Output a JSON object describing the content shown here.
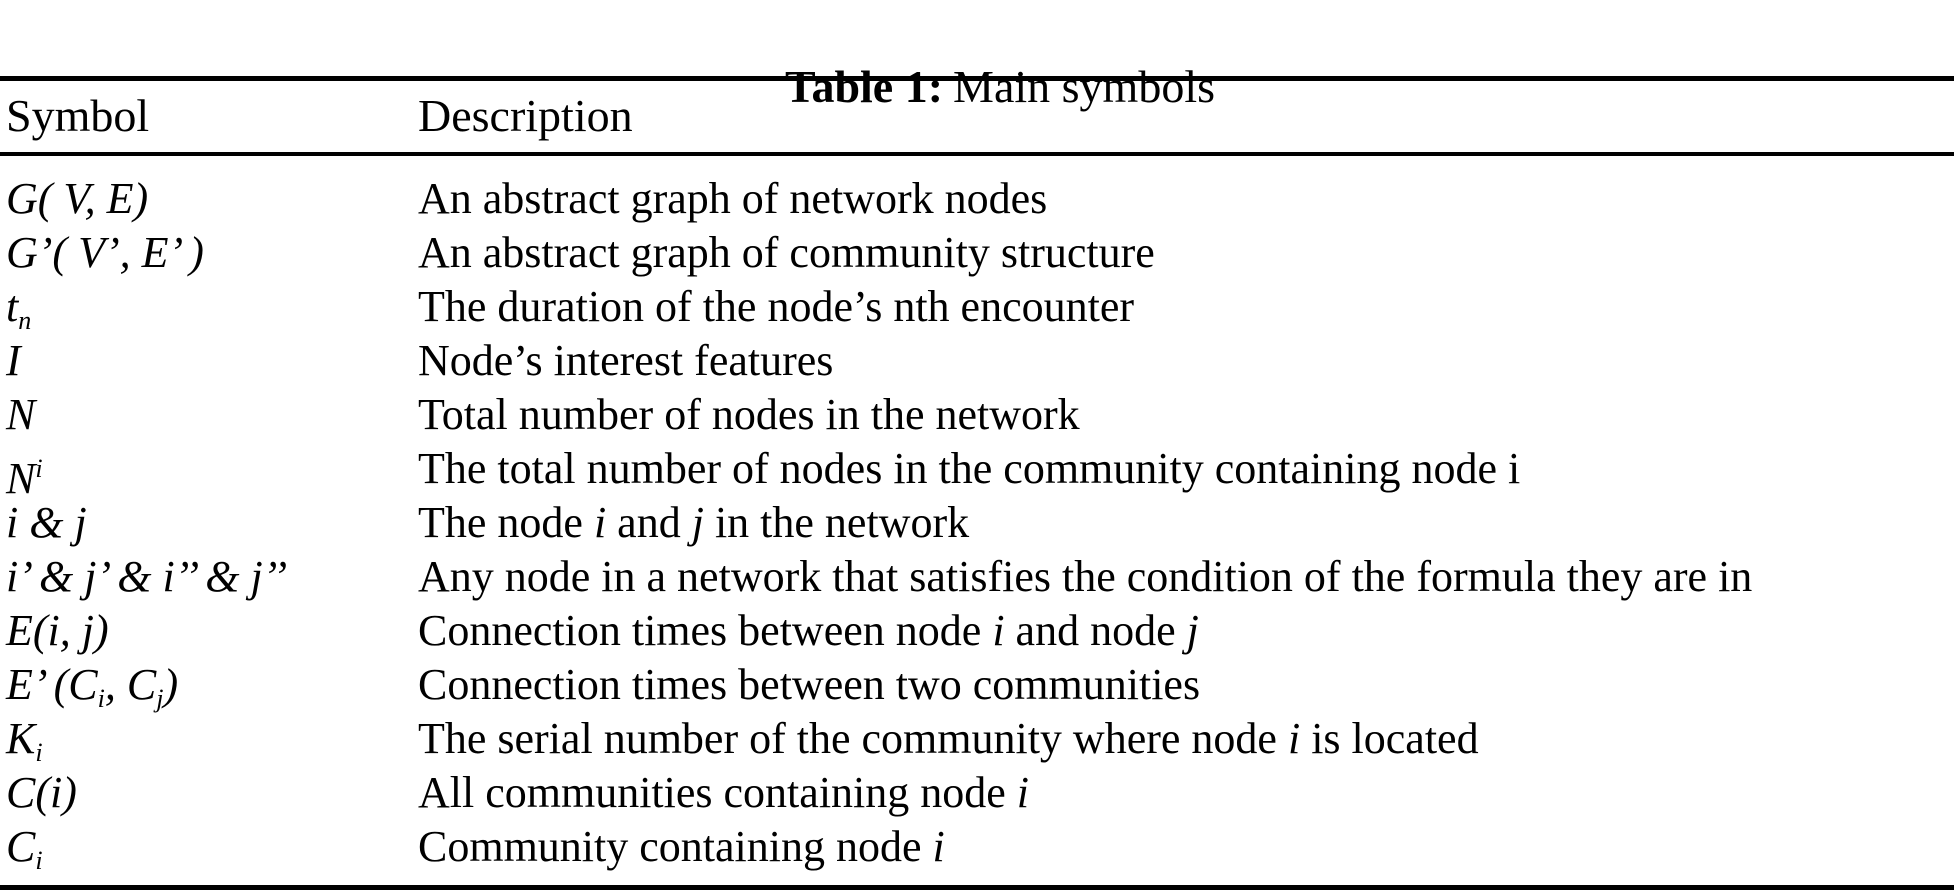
{
  "title": {
    "bold": "Table 1:",
    "rest": "Main symbols"
  },
  "colors": {
    "text": "#000000",
    "background": "#ffffff",
    "rule": "#000000"
  },
  "table": {
    "headers": {
      "symbol": "Symbol",
      "description": "Description"
    },
    "rows": [
      {
        "symbol": [
          {
            "t": "G( V, E)",
            "s": "i"
          }
        ],
        "description": [
          {
            "t": "An abstract graph of network nodes",
            "s": "r"
          }
        ]
      },
      {
        "symbol": [
          {
            "t": "G’( V’, E’ )",
            "s": "i"
          }
        ],
        "description": [
          {
            "t": "An abstract graph of community structure",
            "s": "r"
          }
        ]
      },
      {
        "symbol": [
          {
            "t": "t",
            "s": "i"
          },
          {
            "t": "n",
            "s": "sub"
          }
        ],
        "description": [
          {
            "t": "The duration of the node’s nth encounter",
            "s": "r"
          }
        ]
      },
      {
        "symbol": [
          {
            "t": "I",
            "s": "i"
          }
        ],
        "description": [
          {
            "t": "Node’s interest features",
            "s": "r"
          }
        ]
      },
      {
        "symbol": [
          {
            "t": "N",
            "s": "i"
          }
        ],
        "description": [
          {
            "t": "Total number of nodes in the network",
            "s": "r"
          }
        ]
      },
      {
        "symbol": [
          {
            "t": "N",
            "s": "i"
          },
          {
            "t": "i",
            "s": "sup"
          }
        ],
        "description": [
          {
            "t": "The total number of nodes in the community containing node i",
            "s": "r"
          }
        ]
      },
      {
        "symbol": [
          {
            "t": "i & j",
            "s": "i"
          }
        ],
        "description": [
          {
            "t": "The node ",
            "s": "r"
          },
          {
            "t": "i",
            "s": "i"
          },
          {
            "t": " and ",
            "s": "r"
          },
          {
            "t": "j",
            "s": "i"
          },
          {
            "t": " in the network",
            "s": "r"
          }
        ]
      },
      {
        "symbol": [
          {
            "t": "i’ & j’ & i’’ & j’’",
            "s": "i"
          }
        ],
        "description": [
          {
            "t": "Any node in a network that satisfies the condition of the formula they are in",
            "s": "r"
          }
        ]
      },
      {
        "symbol": [
          {
            "t": "E(i, j)",
            "s": "i"
          }
        ],
        "description": [
          {
            "t": "Connection times between node ",
            "s": "r"
          },
          {
            "t": "i",
            "s": "i"
          },
          {
            "t": " and node ",
            "s": "r"
          },
          {
            "t": "j",
            "s": "i"
          }
        ]
      },
      {
        "symbol": [
          {
            "t": "E’ (C",
            "s": "i"
          },
          {
            "t": "i",
            "s": "sub"
          },
          {
            "t": ", C",
            "s": "i"
          },
          {
            "t": "j",
            "s": "sub"
          },
          {
            "t": ")",
            "s": "i"
          }
        ],
        "description": [
          {
            "t": "Connection times between two communities",
            "s": "r"
          }
        ]
      },
      {
        "symbol": [
          {
            "t": "K",
            "s": "i"
          },
          {
            "t": "i",
            "s": "sub"
          }
        ],
        "description": [
          {
            "t": "The serial number of the community where node ",
            "s": "r"
          },
          {
            "t": "i",
            "s": "i"
          },
          {
            "t": " is located",
            "s": "r"
          }
        ]
      },
      {
        "symbol": [
          {
            "t": "C(i)",
            "s": "i"
          }
        ],
        "description": [
          {
            "t": "All communities containing node ",
            "s": "r"
          },
          {
            "t": "i",
            "s": "i"
          }
        ]
      },
      {
        "symbol": [
          {
            "t": "C",
            "s": "i"
          },
          {
            "t": "i",
            "s": "sub"
          }
        ],
        "description": [
          {
            "t": "Community containing node ",
            "s": "r"
          },
          {
            "t": "i",
            "s": "i"
          }
        ]
      }
    ]
  }
}
